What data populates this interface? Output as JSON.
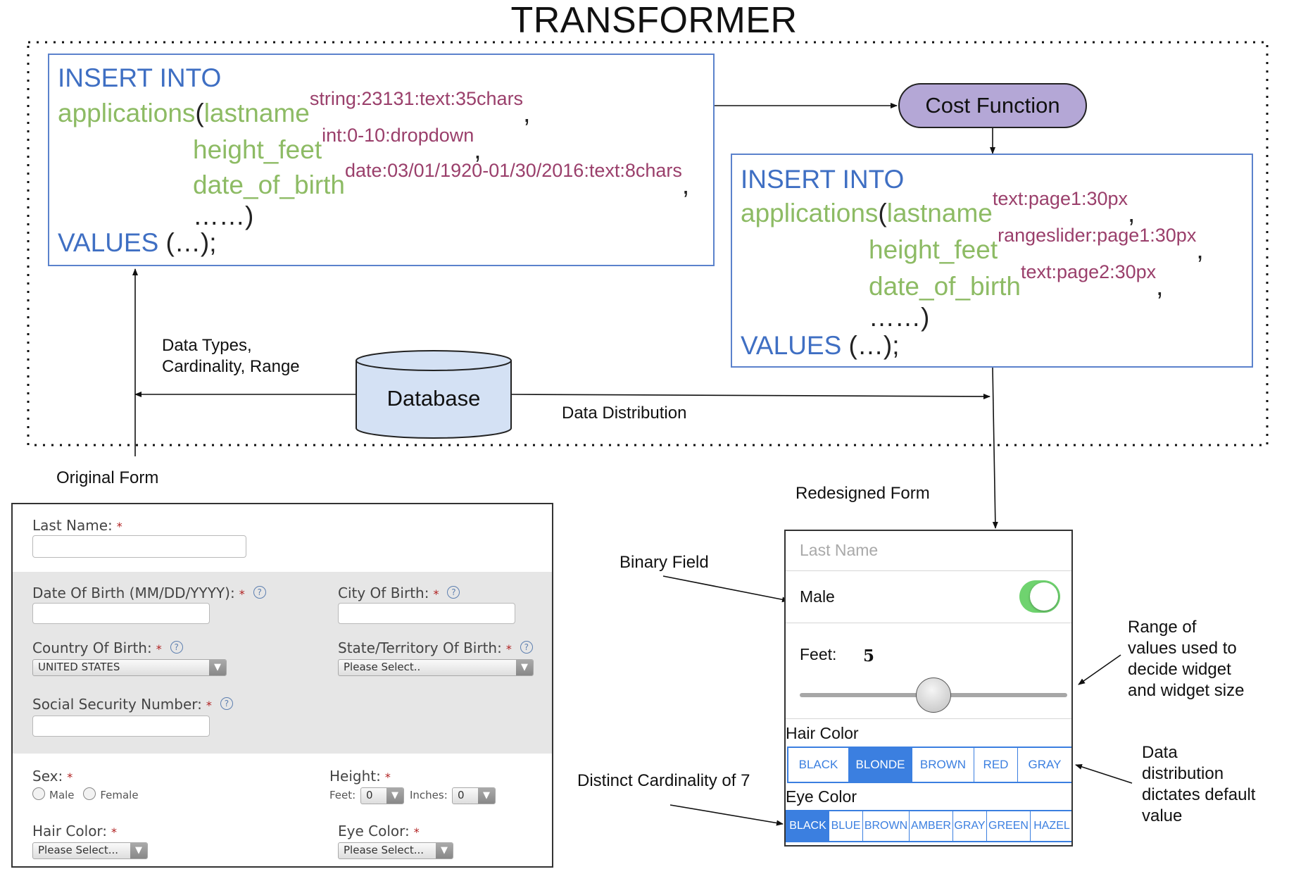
{
  "title": "TRANSFORMER",
  "original_sql": {
    "insert": "INSERT INTO",
    "table": "applications",
    "open_paren": "(",
    "columns": [
      {
        "name": "lastname",
        "annotation": "string:23131:text:35chars",
        "sep": ","
      },
      {
        "name": "height_feet",
        "annotation": "int:0-10:dropdown",
        "sep": ","
      },
      {
        "name": "date_of_birth",
        "annotation": "date:03/01/1920-01/30/2016:text:8chars",
        "sep": ","
      }
    ],
    "ellipsis": "……)",
    "values_kw": "VALUES",
    "values_rest": " (…);"
  },
  "cost_function": "Cost Function",
  "redesigned_sql": {
    "insert": "INSERT INTO",
    "table": "applications",
    "open_paren": "(",
    "columns": [
      {
        "name": "lastname",
        "annotation": "text:page1:30px",
        "sep": ","
      },
      {
        "name": "height_feet",
        "annotation": "rangeslider:page1:30px",
        "sep": ","
      },
      {
        "name": "date_of_birth",
        "annotation": "text:page2:30px",
        "sep": ","
      }
    ],
    "ellipsis": "……)",
    "values_kw": "VALUES",
    "values_rest": " (…);"
  },
  "database": "Database",
  "labels": {
    "data_types_1": "Data Types,",
    "data_types_2": "Cardinality, Range",
    "data_distribution": "Data Distribution",
    "original_form": "Original Form",
    "redesigned_form": "Redesigned Form",
    "binary_field": "Binary Field",
    "distinct_cardinality": "Distinct Cardinality of 7",
    "range_note": [
      "Range of",
      "values used to",
      "decide widget",
      "and widget size"
    ],
    "distribution_note": [
      "Data",
      "distribution",
      "dictates default",
      "value"
    ]
  },
  "original_form": {
    "last_name": "Last Name:",
    "dob": "Date Of Birth (MM/DD/YYYY):",
    "city": "City Of Birth:",
    "country": "Country Of Birth:",
    "country_value": "UNITED STATES",
    "state": "State/Territory Of Birth:",
    "state_value": "Please Select..",
    "ssn": "Social Security Number:",
    "sex": "Sex:",
    "male": "Male",
    "female": "Female",
    "height": "Height:",
    "feet": "Feet:",
    "feet_value": "0",
    "inches": "Inches:",
    "inches_value": "0",
    "hair": "Hair Color:",
    "hair_value": "Please Select...",
    "eye": "Eye Color:",
    "eye_value": "Please Select...",
    "required": "*",
    "help": "?"
  },
  "redesigned_form": {
    "last_name_placeholder": "Last Name",
    "male": "Male",
    "male_on": true,
    "feet_label": "Feet:",
    "feet_value": "5",
    "slider_fraction": 0.5,
    "hair_title": "Hair Color",
    "hair_options": [
      "BLACK",
      "BLONDE",
      "BROWN",
      "RED",
      "GRAY"
    ],
    "hair_selected": "BLONDE",
    "eye_title": "Eye Color",
    "eye_options": [
      "BLACK",
      "BLUE",
      "BROWN",
      "AMBER",
      "GRAY",
      "GREEN",
      "HAZEL"
    ],
    "eye_selected": "BLACK"
  },
  "colors": {
    "keyword": "#3f6fc3",
    "identifier": "#8dbb64",
    "annotation": "#9a3f6b",
    "cost_function_fill": "#b4a7d6",
    "database_fill": "#d4e1f4",
    "segment_blue": "#3b7fe0",
    "toggle_green": "#6fd36f"
  }
}
